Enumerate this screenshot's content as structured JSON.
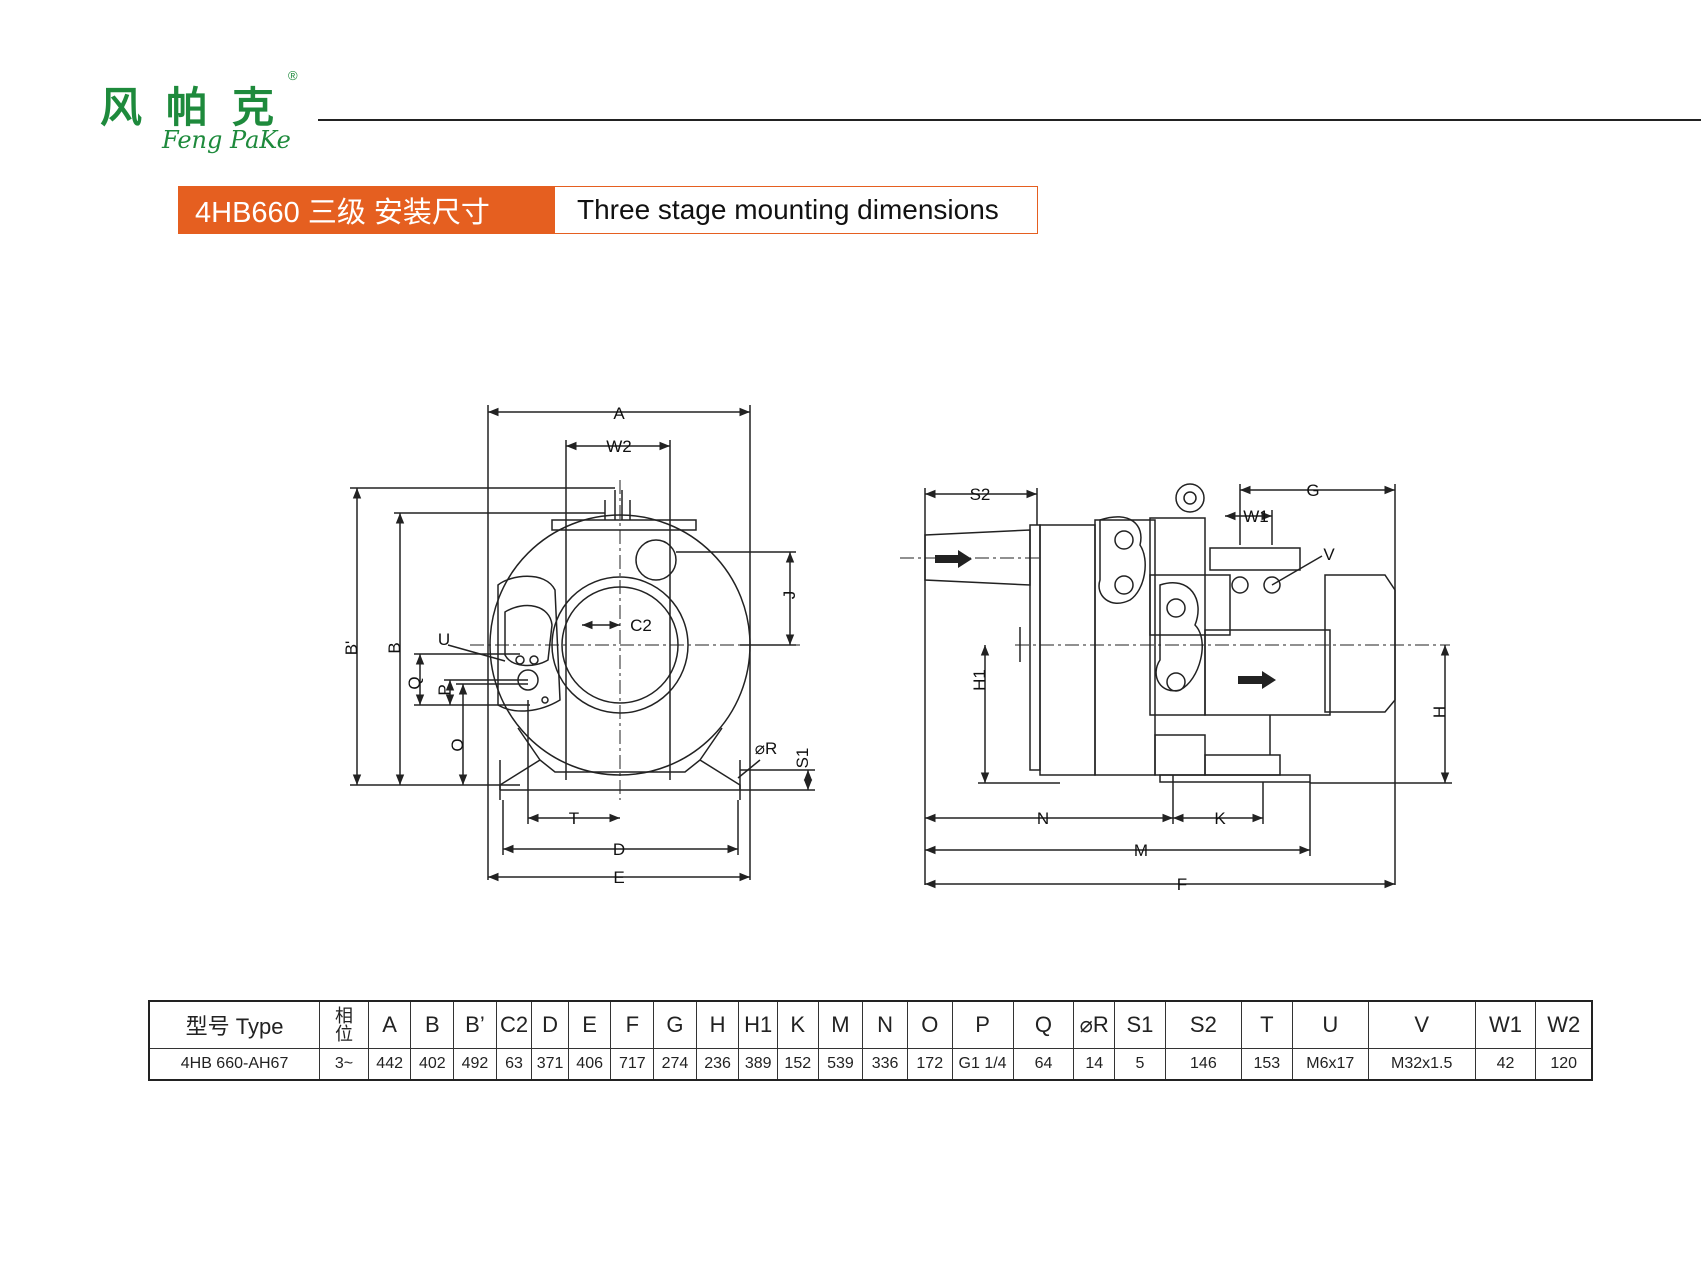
{
  "brand": {
    "name_cn": "风帕克",
    "name_en": "Feng PaKe",
    "registered": "®"
  },
  "title": {
    "cn": "4HB660 三级 安装尺寸",
    "en": "Three stage mounting dimensions"
  },
  "drawing_labels": {
    "A": "A",
    "W2": "W2",
    "C2": "C2",
    "J": "J",
    "Bp": "B'",
    "B": "B",
    "U": "U",
    "Q": "Q",
    "P": "P",
    "O": "O",
    "R": "⌀R",
    "S1": "S1",
    "T": "T",
    "D": "D",
    "E": "E",
    "S2": "S2",
    "G": "G",
    "W1": "W1",
    "V": "V",
    "H1": "H1",
    "H": "H",
    "N": "N",
    "K": "K",
    "M": "M",
    "F": "F"
  },
  "table": {
    "headers": [
      "型号  Type",
      "相\n位",
      "A",
      "B",
      "B’",
      "C2",
      "D",
      "E",
      "F",
      "G",
      "H",
      "H1",
      "K",
      "M",
      "N",
      "O",
      "P",
      "Q",
      "⌀R",
      "S1",
      "S2",
      "T",
      "U",
      "V",
      "W1",
      "W2"
    ],
    "row": [
      "4HB 660-AH67",
      "3~",
      "442",
      "402",
      "492",
      "63",
      "371",
      "406",
      "717",
      "274",
      "236",
      "389",
      "152",
      "539",
      "336",
      "172",
      "G1 1/4",
      "64",
      "14",
      "5",
      "146",
      "153",
      "M6x17",
      "M32x1.5",
      "42",
      "120"
    ]
  }
}
